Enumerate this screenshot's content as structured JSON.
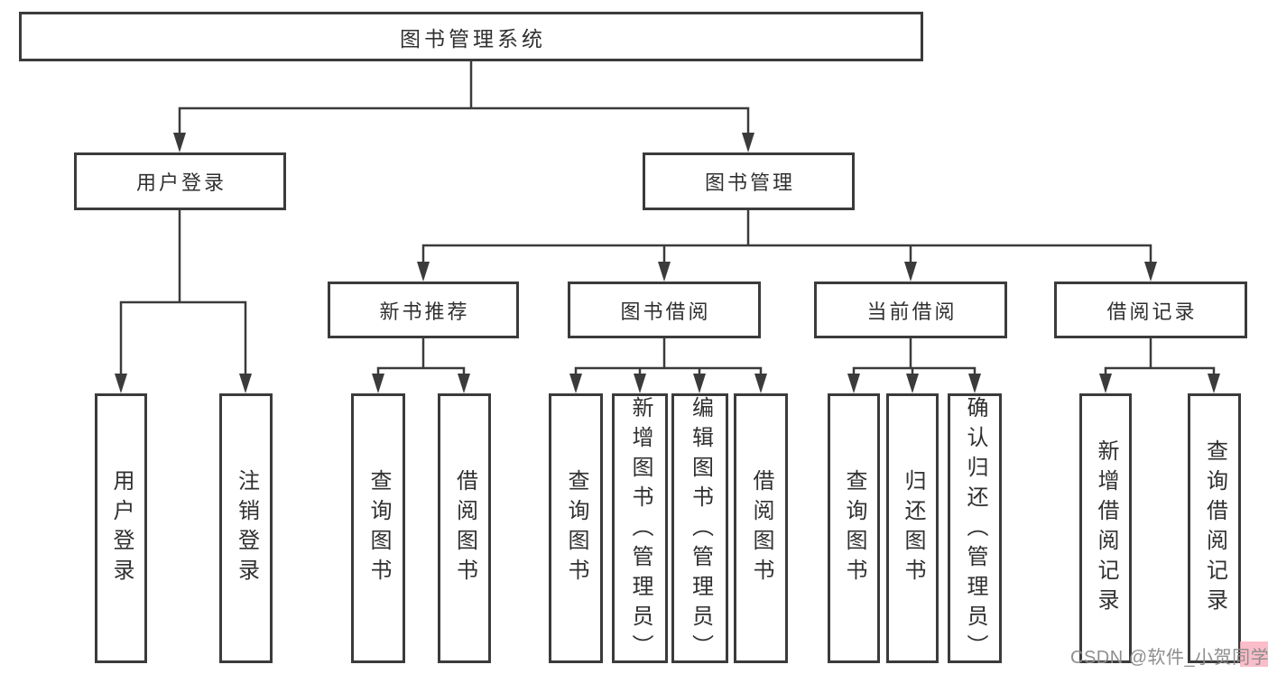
{
  "diagram": {
    "type": "hierarchy-tree",
    "orientation": "top-down"
  },
  "tree": {
    "root": {
      "label": "图书管理系统",
      "children": [
        {
          "label": "用户登录",
          "children": [
            {
              "label": "用户登录"
            },
            {
              "label": "注销登录"
            }
          ]
        },
        {
          "label": "图书管理",
          "children": [
            {
              "label": "新书推荐",
              "children": [
                {
                  "label": "查询图书"
                },
                {
                  "label": "借阅图书"
                }
              ]
            },
            {
              "label": "图书借阅",
              "children": [
                {
                  "label": "查询图书"
                },
                {
                  "label": "新增图书（管理员）"
                },
                {
                  "label": "编辑图书（管理员）"
                },
                {
                  "label": "借阅图书"
                }
              ]
            },
            {
              "label": "当前借阅",
              "children": [
                {
                  "label": "查询图书"
                },
                {
                  "label": "归还图书"
                },
                {
                  "label": "确认归还（管理员）"
                }
              ]
            },
            {
              "label": "借阅记录",
              "children": [
                {
                  "label": "新增借阅记录"
                },
                {
                  "label": "查询借阅记录"
                }
              ]
            }
          ]
        }
      ]
    }
  },
  "watermark": {
    "text": "CSDN @软件_小贺同学"
  },
  "colors": {
    "background": "#ffffff",
    "line": "#3b3b3b",
    "box_border": "#3b3b3b",
    "text": "#303030",
    "watermark_text": "#8e8e8e",
    "watermark_accent": "#f9b1bf"
  }
}
